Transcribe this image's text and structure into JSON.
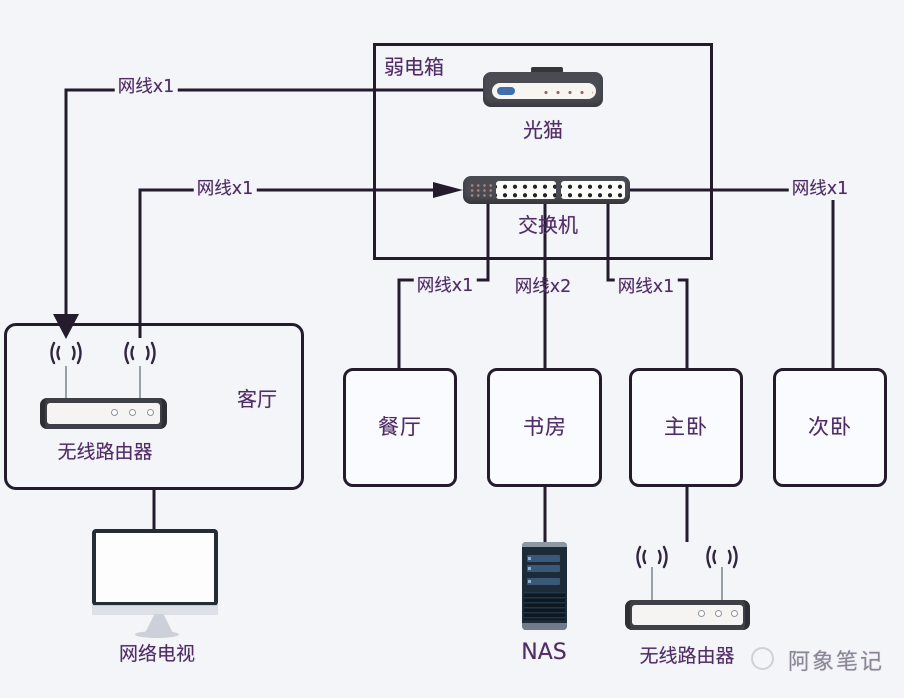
{
  "colors": {
    "background": "#f3f5f9",
    "line": "#241c2d",
    "text": "#4f2c63",
    "device_body": "#4b4b53",
    "nas_body": "#1d2a38",
    "modem_led_blue": "#3f6fae",
    "watermark": "#8b8596"
  },
  "boxes": {
    "weak_current": {
      "label": "弱电箱"
    },
    "living_room": {
      "label": "客厅"
    },
    "rooms": [
      {
        "label": "餐厅"
      },
      {
        "label": "书房"
      },
      {
        "label": "主卧"
      },
      {
        "label": "次卧"
      }
    ]
  },
  "devices": {
    "modem": {
      "label": "光猫"
    },
    "switch": {
      "label": "交换机"
    },
    "living_router": {
      "label": "无线路由器"
    },
    "tv": {
      "label": "网络电视"
    },
    "nas": {
      "label": "NAS"
    },
    "bedroom_router": {
      "label": "无线路由器"
    }
  },
  "cables": {
    "modem_to_living_room": {
      "label": "网线x1"
    },
    "living_room_to_switch": {
      "label": "网线x1"
    },
    "switch_to_dining": {
      "label": "网线x1"
    },
    "switch_to_study": {
      "label": "网线x2"
    },
    "switch_to_master": {
      "label": "网线x1"
    },
    "switch_to_second_bedroom": {
      "label": "网线x1"
    }
  },
  "watermark": {
    "text": "阿象笔记"
  }
}
